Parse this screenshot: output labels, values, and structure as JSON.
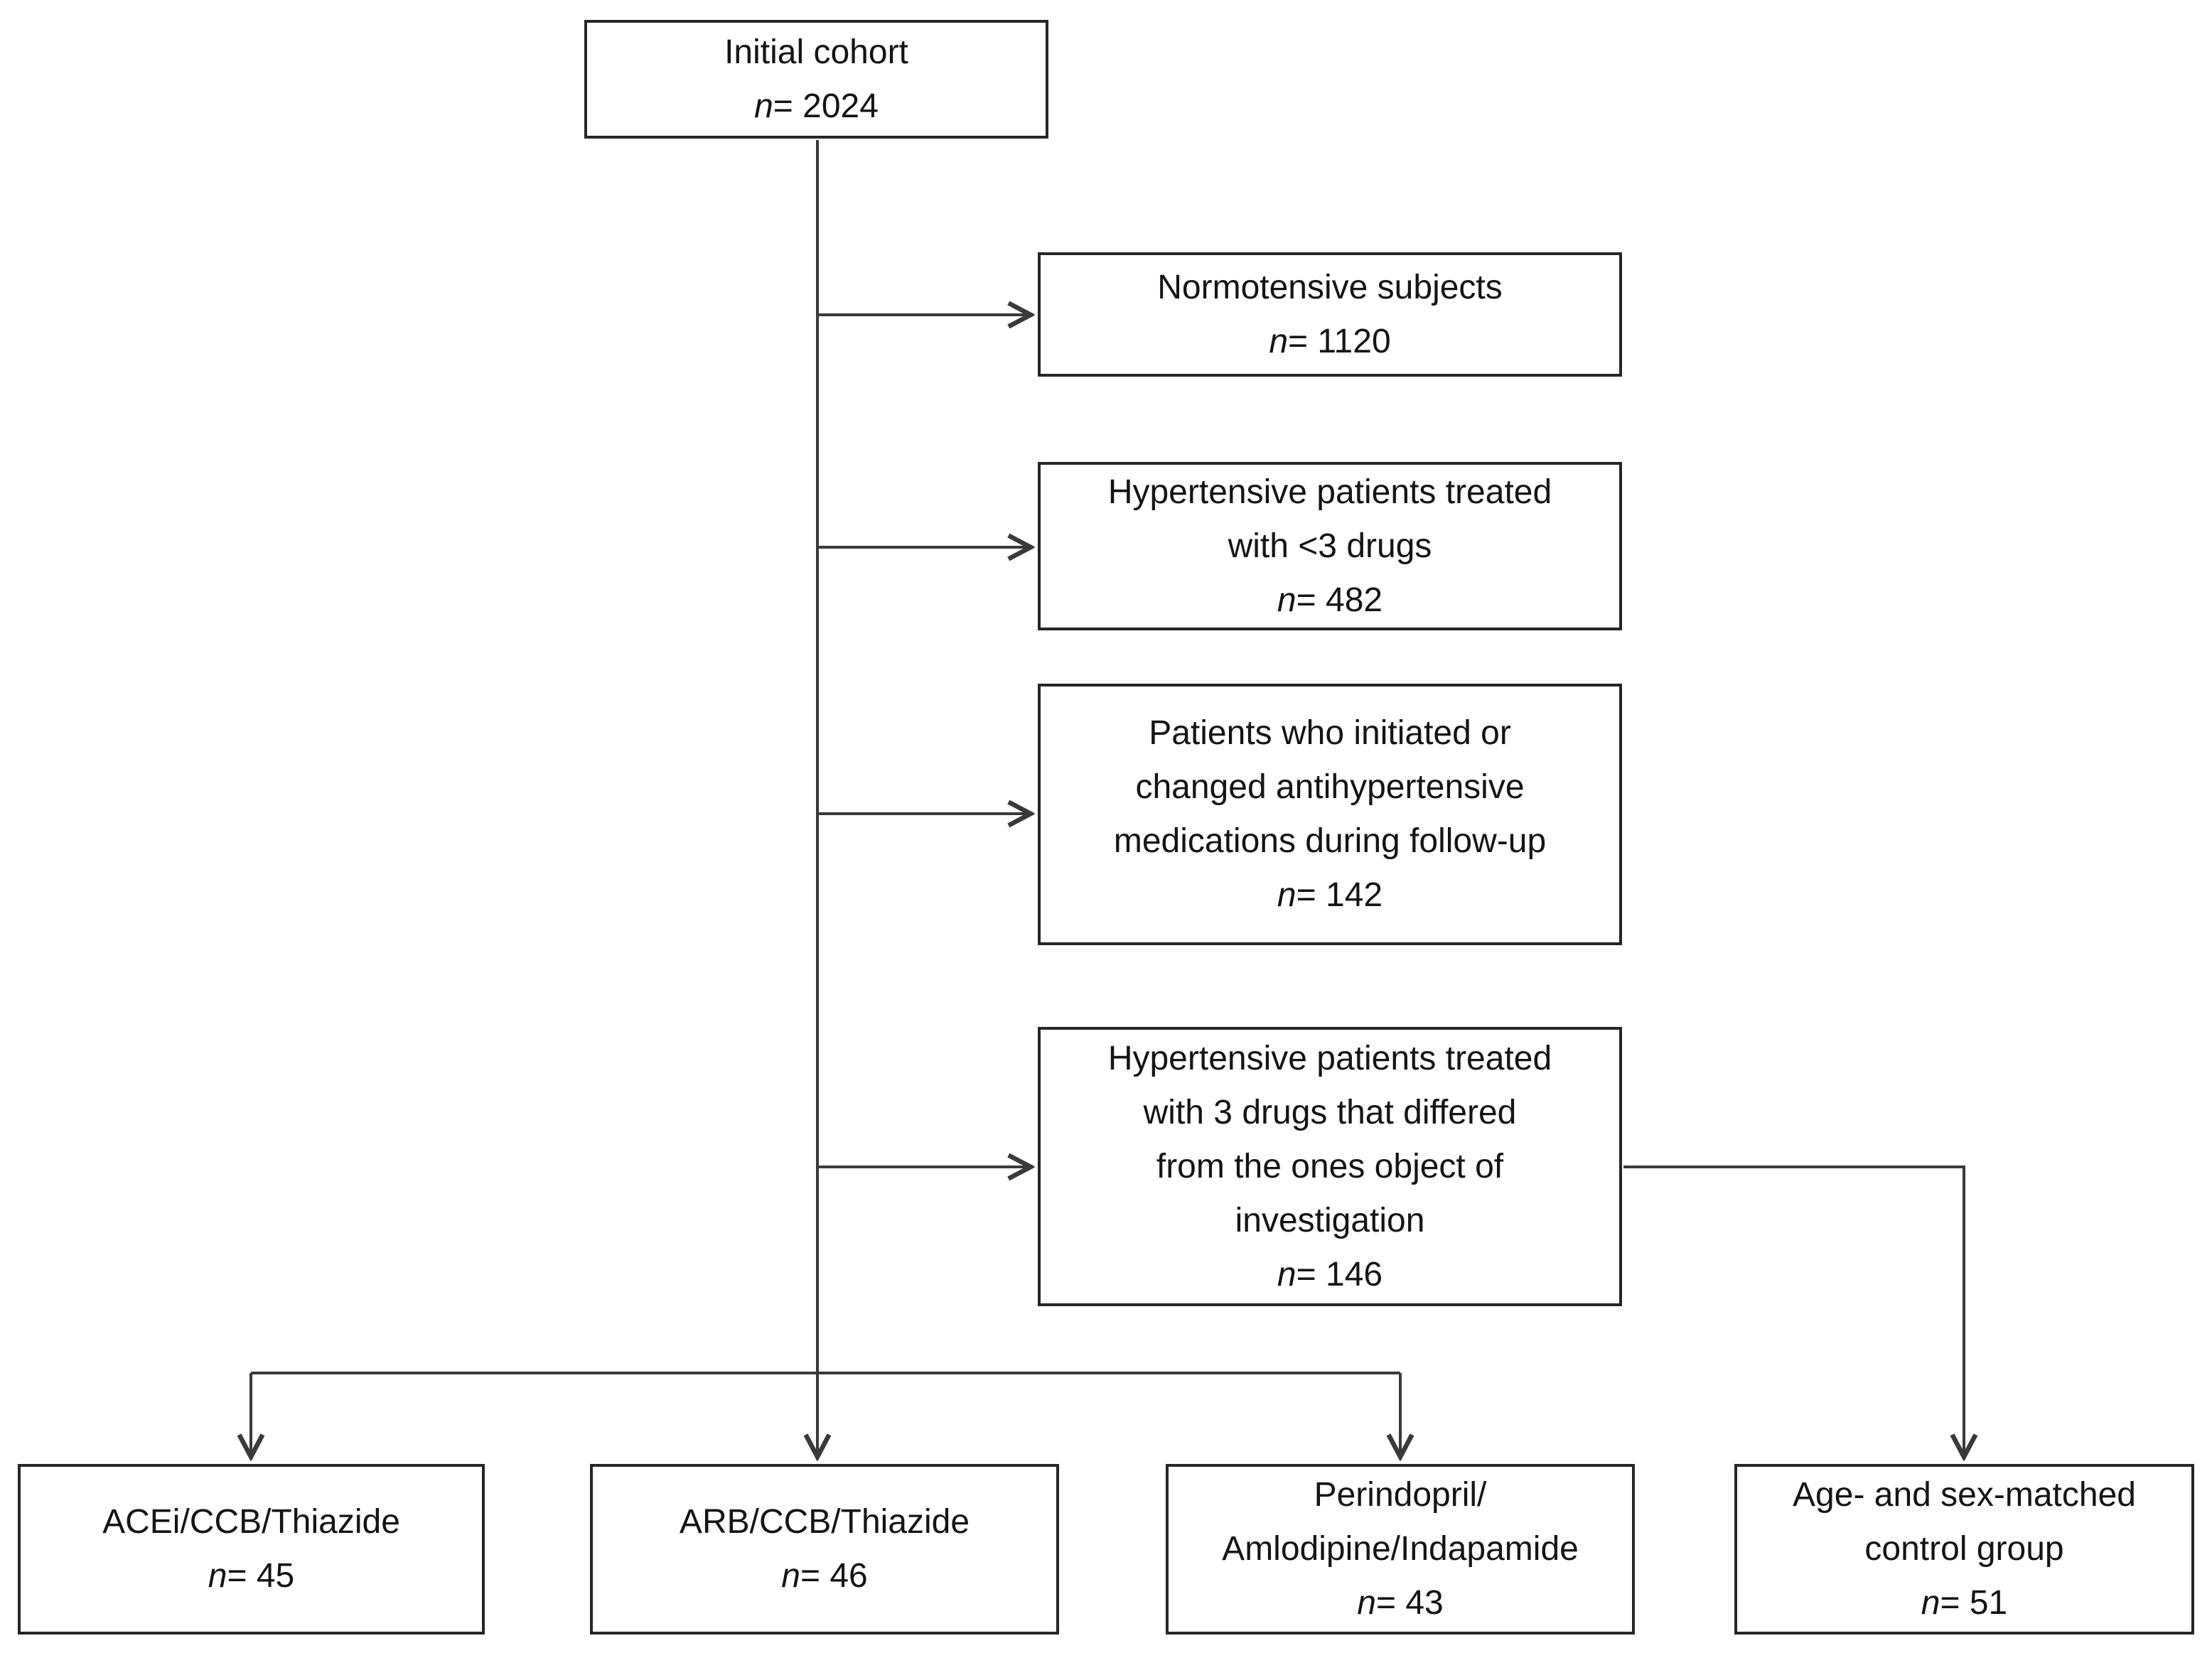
{
  "diagram": {
    "type": "patient-flow-chart",
    "nodes": {
      "initial": {
        "lines": [
          "Initial cohort"
        ],
        "n_prefix": "n",
        "n_value": "= 2024"
      },
      "excluded": [
        {
          "id": "normotensive-subjects",
          "lines": [
            "Normotensive subjects"
          ],
          "n_prefix": "n",
          "n_value": "= 1120"
        },
        {
          "id": "treated-lt3-drugs",
          "lines": [
            "Hypertensive patients treated",
            "with <3 drugs"
          ],
          "n_prefix": "n",
          "n_value": "= 482"
        },
        {
          "id": "changed-medications",
          "lines": [
            "Patients who initiated or",
            "changed antihypertensive",
            "medications during follow-up"
          ],
          "n_prefix": "n",
          "n_value": "= 142"
        },
        {
          "id": "other-3-drugs",
          "lines": [
            "Hypertensive patients treated",
            "with 3 drugs that differed",
            "from the ones object of",
            "investigation"
          ],
          "n_prefix": "n",
          "n_value": "= 146"
        }
      ],
      "groups": [
        {
          "id": "acei-ccb-thiazide",
          "lines": [
            "ACEi/CCB/Thiazide"
          ],
          "n_prefix": "n",
          "n_value": "= 45"
        },
        {
          "id": "arb-ccb-thiazide",
          "lines": [
            "ARB/CCB/Thiazide"
          ],
          "n_prefix": "n",
          "n_value": "= 46"
        },
        {
          "id": "perindopril-amlodipine-indapamide",
          "lines": [
            "Perindopril/",
            "Amlodipine/Indapamide"
          ],
          "n_prefix": "n",
          "n_value": "= 43"
        },
        {
          "id": "control-group",
          "lines": [
            "Age- and sex-matched",
            "control group"
          ],
          "n_prefix": "n",
          "n_value": "= 51"
        }
      ],
      "edges": [
        {
          "from": "initial",
          "to": "normotensive-subjects"
        },
        {
          "from": "initial",
          "to": "treated-lt3-drugs"
        },
        {
          "from": "initial",
          "to": "changed-medications"
        },
        {
          "from": "initial",
          "to": "other-3-drugs"
        },
        {
          "from": "initial",
          "to": "acei-ccb-thiazide"
        },
        {
          "from": "initial",
          "to": "arb-ccb-thiazide"
        },
        {
          "from": "initial",
          "to": "perindopril-amlodipine-indapamide"
        },
        {
          "from": "other-3-drugs",
          "to": "control-group"
        }
      ]
    },
    "colors": {
      "line": "#3a3a3a",
      "border": "#262626",
      "text": "#141414",
      "background": "#ffffff"
    }
  }
}
